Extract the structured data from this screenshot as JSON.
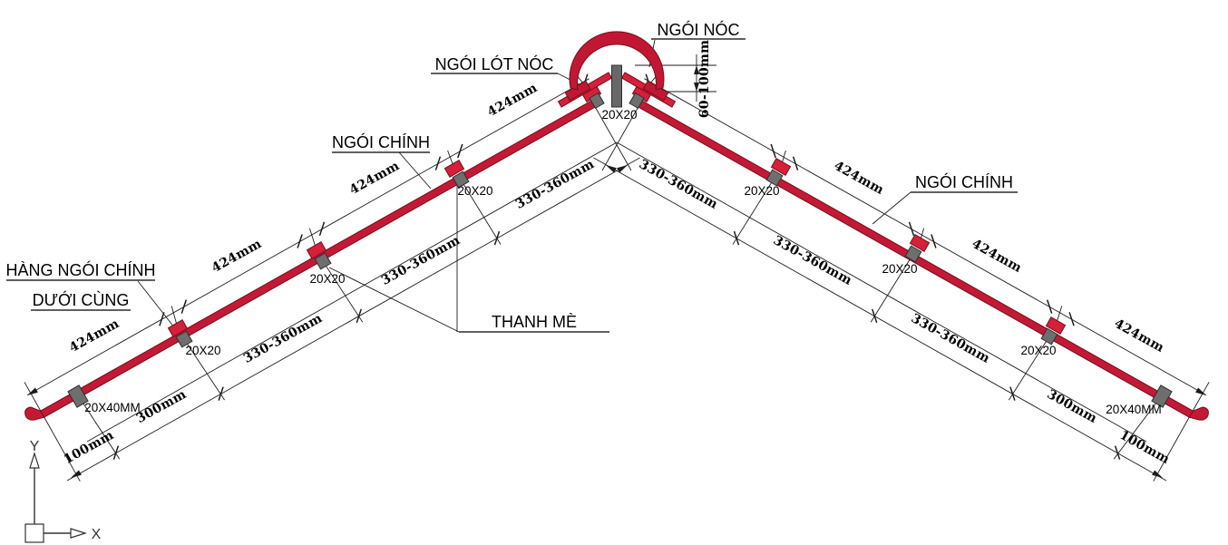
{
  "diagram": {
    "labels": {
      "ridge_tile": "NGÓI NÓC",
      "ridge_underlay": "NGÓI LÓT NÓC",
      "main_tile": "NGÓI CHÍNH",
      "bottom_row_line1": "HÀNG NGÓI CHÍNH",
      "bottom_row_line2": "DƯỚI CÙNG",
      "batten": "THANH MÈ"
    },
    "dims": {
      "tile_course": "424mm",
      "batten_spacing": "330-360mm",
      "first_spacing": "300mm",
      "eave_overhang": "100mm",
      "ridge_gap": "60-100mm",
      "batten_section": "20X20",
      "eave_batten_section": "20X40MM"
    },
    "axis": {
      "x": "X",
      "y": "Y"
    },
    "colors": {
      "tile_red": "#c41935",
      "nose_red": "#d6203a",
      "cap_red": "#c21732",
      "batten_gray": "#6e6e6e",
      "post_gray": "#686868",
      "line_black": "#1c1c1c",
      "background": "#ffffff"
    }
  }
}
